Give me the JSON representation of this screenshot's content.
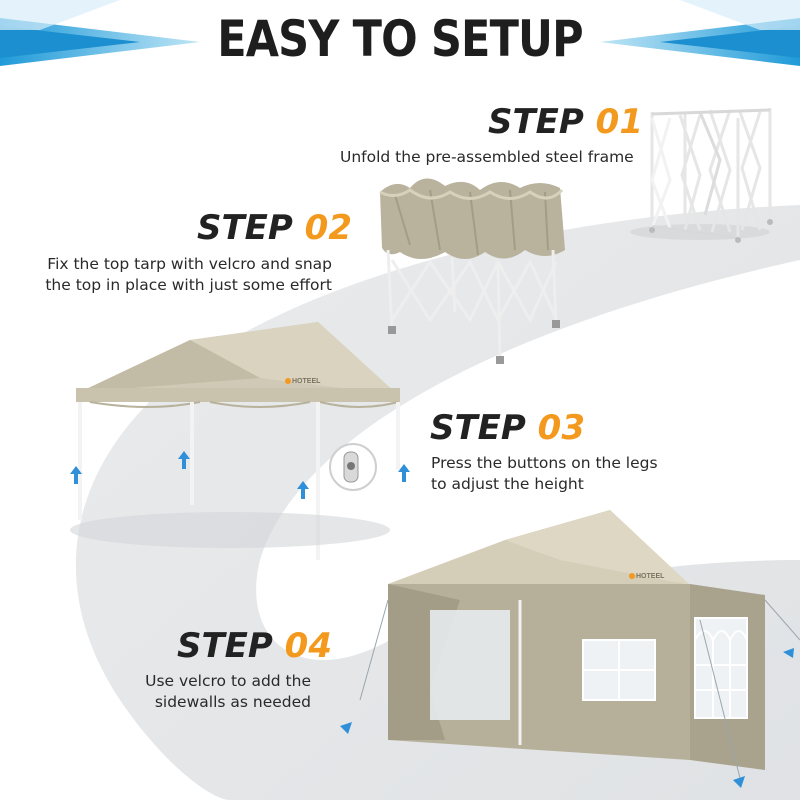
{
  "title": "EASY TO SETUP",
  "brand": "HOTEEL",
  "steps": [
    {
      "word": "STEP",
      "number": "01",
      "lines": [
        "Unfold the pre-assembled steel frame"
      ]
    },
    {
      "word": "STEP",
      "number": "02",
      "lines": [
        "Fix the top tarp with velcro and snap",
        "the top in place with just some effort"
      ]
    },
    {
      "word": "STEP",
      "number": "03",
      "lines": [
        "Press the buttons on the legs",
        "to adjust the height"
      ]
    },
    {
      "word": "STEP",
      "number": "04",
      "lines": [
        "Use velcro to add the",
        "sidewalls as needed"
      ]
    }
  ],
  "colors": {
    "accent": "#f39a1e",
    "banner": "#27a3dc",
    "tent": "#cbc5b0",
    "arrow": "#2f8fd8"
  },
  "icons": [
    "frame-illustration",
    "partial-tarp-illustration",
    "canopy-illustration",
    "button-zoom-icon",
    "sidewall-tent-illustration",
    "up-arrow-icon",
    "down-arrow-icon"
  ]
}
